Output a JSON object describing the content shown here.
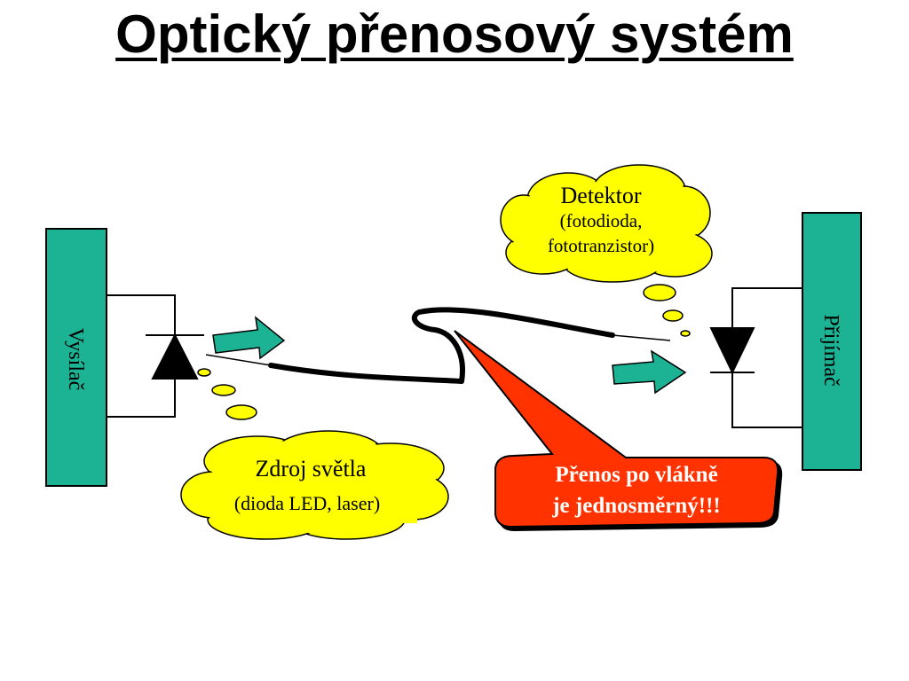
{
  "title": "Optický přenosový systém",
  "transmitter": {
    "label": "Vysílač"
  },
  "receiver": {
    "label": "Přijímač"
  },
  "source_callout": {
    "line1": "Zdroj světla",
    "line2": "(dioda LED, laser)"
  },
  "detector_callout": {
    "line1": "Detektor",
    "line2": "(fotodioda,",
    "line3": "fototranzistor)"
  },
  "fiber_callout": {
    "line1": "Přenos po vlákně",
    "line2": "je jednosměrný!!!"
  },
  "colors": {
    "block_fill": "#1bb394",
    "arrow_fill": "#1bb394",
    "cloud_fill": "#ffff00",
    "callout_fill": "#ff3300",
    "callout_text": "#ffffff"
  }
}
